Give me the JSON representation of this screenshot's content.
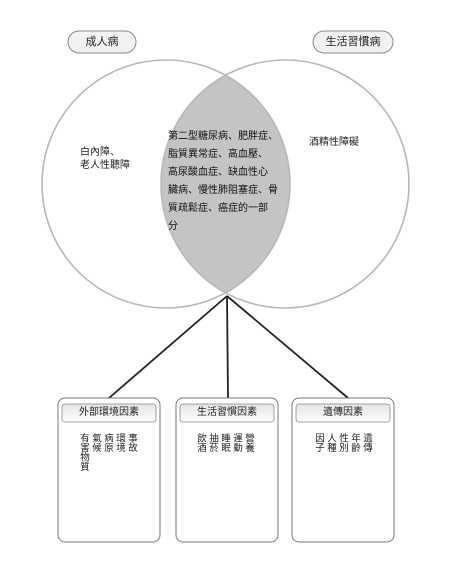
{
  "labels": {
    "left_pill": "成人病",
    "right_pill": "生活習慣病"
  },
  "circle_text": {
    "left": "白內障、\n老人性聽障",
    "right": "酒精性障礙",
    "overlap": "第二型糖尿病、肥胖症、\n脂質異常症、高血壓、\n高尿酸血症、缺血性心\n臟病、慢性肺阻塞症、骨\n質疏鬆症、癌症的一部\n分"
  },
  "boxes": [
    {
      "title": "外部環境因素",
      "columns": [
        "事故",
        "環境",
        "病原",
        "氣候",
        "有害物質"
      ]
    },
    {
      "title": "生活習慣因素",
      "columns": [
        "營養",
        "運動",
        "睡眠",
        "抽菸",
        "飲酒"
      ]
    },
    {
      "title": "遺傳因素",
      "columns": [
        "遺傳",
        "年齡",
        "性別",
        "人種",
        "因子"
      ]
    }
  ],
  "colors": {
    "overlap_fill": "#c4c4c4",
    "circle_stroke": "#b8b8b8",
    "line": "#222222"
  }
}
